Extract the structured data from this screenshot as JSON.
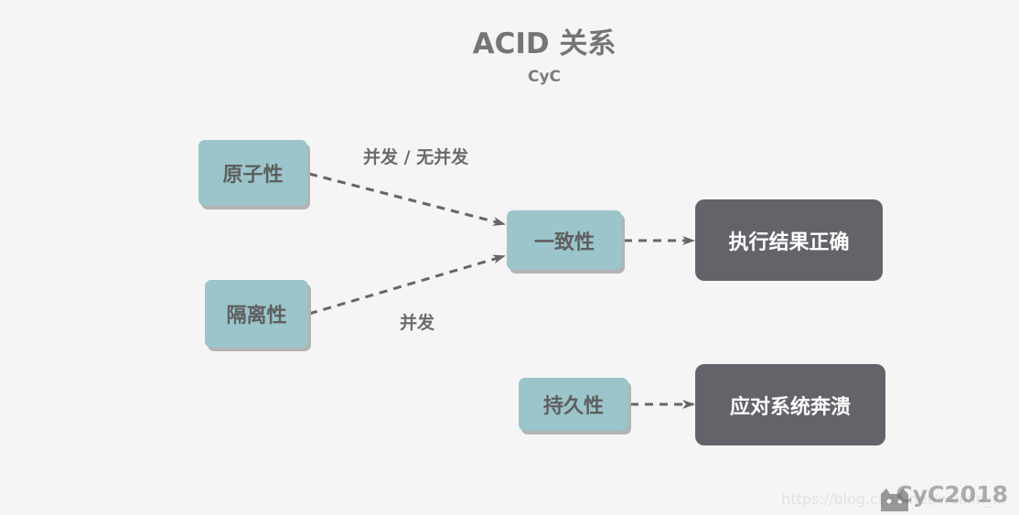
{
  "title": "ACID 关系",
  "subtitle": "CyC",
  "nodes": {
    "atomicity": "原子性",
    "isolation": "隔离性",
    "consistency": "一致性",
    "durability": "持久性",
    "correct_result": "执行结果正确",
    "crash_handling": "应对系统奔溃"
  },
  "edge_labels": {
    "atomicity_to_consistency": "并发 / 无并发",
    "isolation_to_consistency": "并发"
  },
  "watermark": {
    "brand": "CyC2018",
    "url": "https://blog.csdn.net/weixin_..."
  },
  "colors": {
    "background": "#f5f5f5",
    "teal_node": "#9bc5cb",
    "dark_node": "#63646a",
    "edge": "#666666"
  }
}
